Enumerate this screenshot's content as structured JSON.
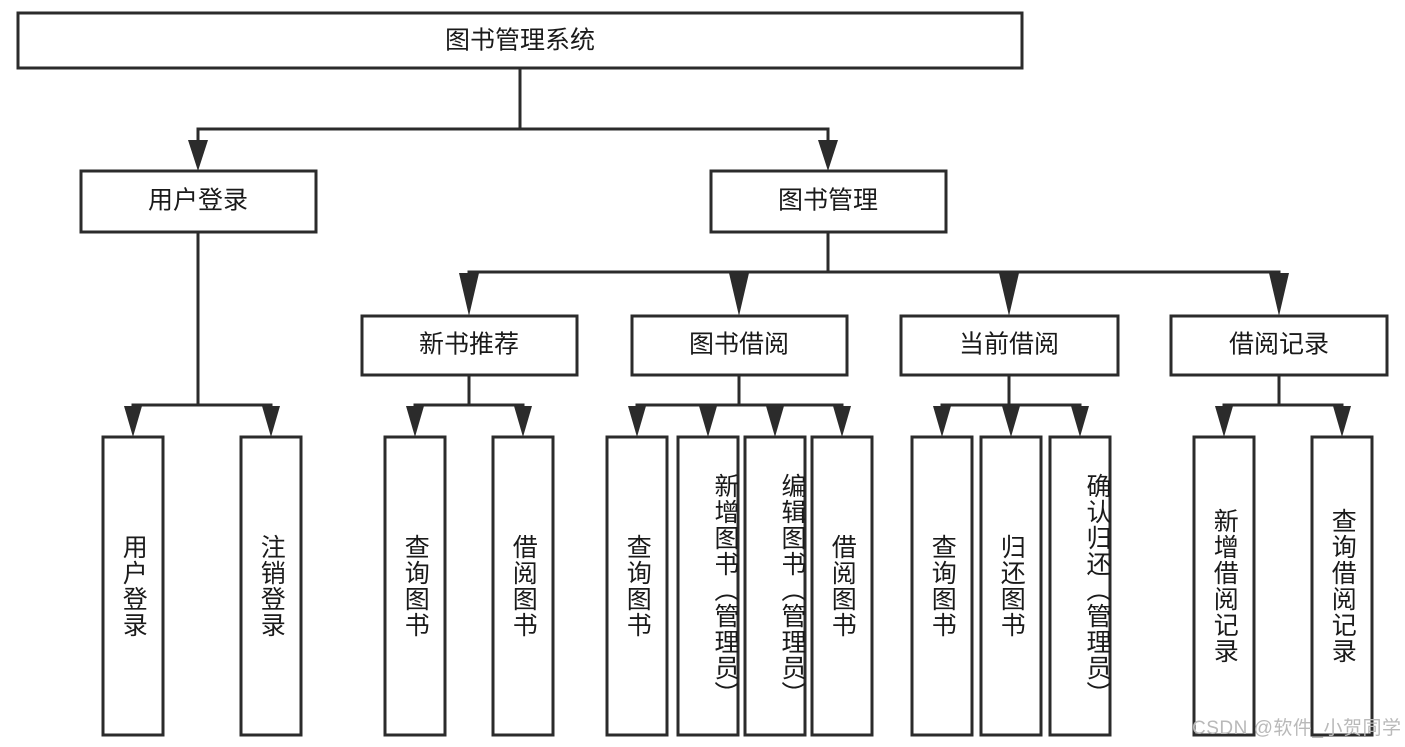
{
  "diagram": {
    "type": "tree",
    "title": "图书管理系统",
    "orientation": "top-down",
    "levels": 4,
    "colors": {
      "box_fill": "#ffffff",
      "box_stroke": "#2b2b2b",
      "text": "#1a1a1a",
      "background": "#ffffff",
      "watermark": "#b9b9b9"
    },
    "root": {
      "label": "图书管理系统",
      "text_direction": "horizontal"
    },
    "level2": [
      {
        "label": "用户登录",
        "text_direction": "horizontal"
      },
      {
        "label": "图书管理",
        "text_direction": "horizontal"
      }
    ],
    "level3": [
      {
        "label": "新书推荐",
        "text_direction": "horizontal",
        "parent": "图书管理"
      },
      {
        "label": "图书借阅",
        "text_direction": "horizontal",
        "parent": "图书管理"
      },
      {
        "label": "当前借阅",
        "text_direction": "horizontal",
        "parent": "图书管理"
      },
      {
        "label": "借阅记录",
        "text_direction": "horizontal",
        "parent": "图书管理"
      }
    ],
    "leaves": {
      "用户登录": [
        {
          "label": "用户登录",
          "text_direction": "vertical"
        },
        {
          "label": "注销登录",
          "text_direction": "vertical"
        }
      ],
      "新书推荐": [
        {
          "label": "查询图书",
          "text_direction": "vertical"
        },
        {
          "label": "借阅图书",
          "text_direction": "vertical"
        }
      ],
      "图书借阅": [
        {
          "label": "查询图书",
          "text_direction": "vertical"
        },
        {
          "label": "新增图书（管理员）",
          "text_direction": "vertical"
        },
        {
          "label": "编辑图书（管理员）",
          "text_direction": "vertical"
        },
        {
          "label": "借阅图书",
          "text_direction": "vertical"
        }
      ],
      "当前借阅": [
        {
          "label": "查询图书",
          "text_direction": "vertical"
        },
        {
          "label": "归还图书",
          "text_direction": "vertical"
        },
        {
          "label": "确认归还（管理员）",
          "text_direction": "vertical"
        }
      ],
      "借阅记录": [
        {
          "label": "新增借阅记录",
          "text_direction": "vertical"
        },
        {
          "label": "查询借阅记录",
          "text_direction": "vertical"
        }
      ]
    }
  },
  "watermark": {
    "text": "CSDN @软件_小贺同学"
  }
}
